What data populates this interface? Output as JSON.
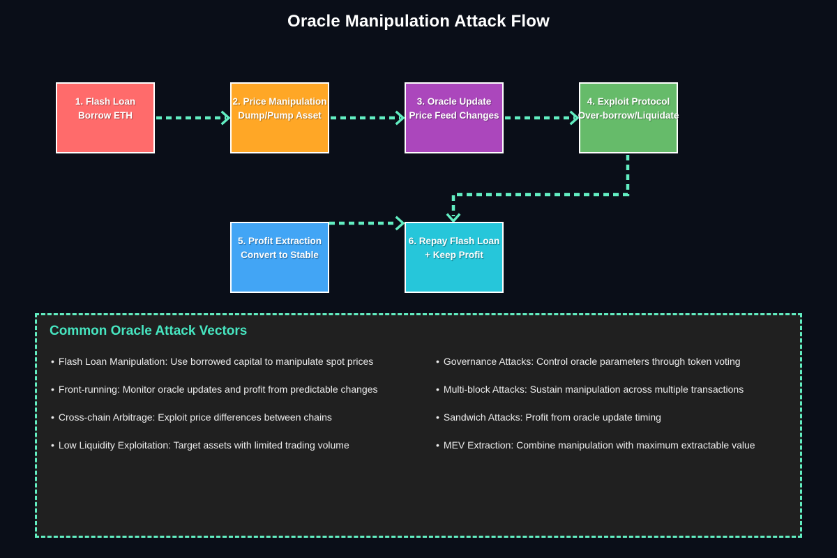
{
  "title": "Oracle Manipulation Attack Flow",
  "colors": {
    "background": "#0a0e18",
    "arrow_accent": "#62eec2",
    "panel_title_accent": "#47e6c1",
    "panel_background": "#202020",
    "node_border": "#ffffff",
    "node_text": "#ffffff",
    "bullet_text": "#ededed"
  },
  "flow": {
    "nodes": [
      {
        "id": "1",
        "line1": "1. Flash Loan",
        "line2": "Borrow ETH",
        "color": "#ff6b6b"
      },
      {
        "id": "2",
        "line1": "2. Price Manipulation",
        "line2": "Dump/Pump Asset",
        "color": "#ffa726"
      },
      {
        "id": "3",
        "line1": "3. Oracle Update",
        "line2": "Price Feed Changes",
        "color": "#ab47bc"
      },
      {
        "id": "4",
        "line1": "4. Exploit Protocol",
        "line2": "Over-borrow/Liquidate",
        "color": "#66bb6a"
      },
      {
        "id": "5",
        "line1": "5. Profit Extraction",
        "line2": "Convert to Stable",
        "color": "#42a5f5"
      },
      {
        "id": "6",
        "line1": "6. Repay Flash Loan",
        "line2": "+ Keep Profit",
        "color": "#26c6da"
      }
    ],
    "edges": [
      {
        "from": "1",
        "to": "2"
      },
      {
        "from": "2",
        "to": "3"
      },
      {
        "from": "3",
        "to": "4"
      },
      {
        "from": "4",
        "to": "6"
      },
      {
        "from": "5",
        "to": "6"
      }
    ]
  },
  "panel": {
    "title": "Common Oracle Attack Vectors",
    "bullet_char": "•",
    "columns": [
      {
        "items": [
          "Flash Loan Manipulation: Use borrowed capital to manipulate spot prices",
          "Front-running: Monitor oracle updates and profit from predictable changes",
          "Cross-chain Arbitrage: Exploit price differences between chains",
          "Low Liquidity Exploitation: Target assets with limited trading volume"
        ]
      },
      {
        "items": [
          "Governance Attacks: Control oracle parameters through token voting",
          "Multi-block Attacks: Sustain manipulation across multiple transactions",
          "Sandwich Attacks: Profit from oracle update timing",
          "MEV Extraction: Combine manipulation with maximum extractable value"
        ]
      }
    ]
  }
}
